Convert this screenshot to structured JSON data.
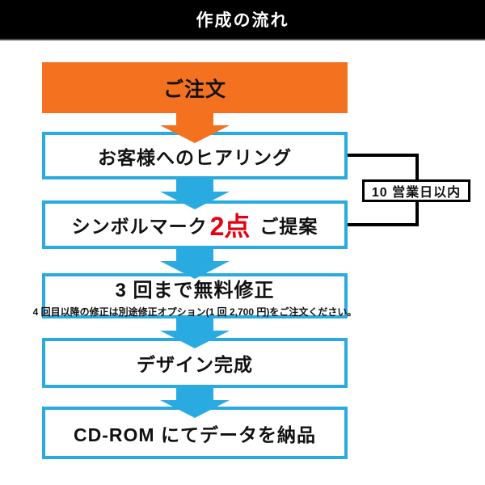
{
  "header": {
    "title": "作成の流れ"
  },
  "colors": {
    "orange": "#f4711f",
    "cyan": "#29abe2",
    "red": "#e60012",
    "bar": "#000000"
  },
  "flow": {
    "steps": [
      {
        "label": "ご注文"
      },
      {
        "label": "お客様へのヒアリング"
      },
      {
        "before": "シンボルマーク",
        "highlight": "2点",
        "after": "ご提案"
      },
      {
        "label": "3 回まで無料修正",
        "note": "4 回目以降の修正は別途修正オプション(1 回 2,700 円)をご注文ください。"
      },
      {
        "label": "デザイン完成"
      },
      {
        "label": "CD-ROM にてデータを納品"
      }
    ]
  },
  "bracket": {
    "label": "10 営業日以内"
  }
}
